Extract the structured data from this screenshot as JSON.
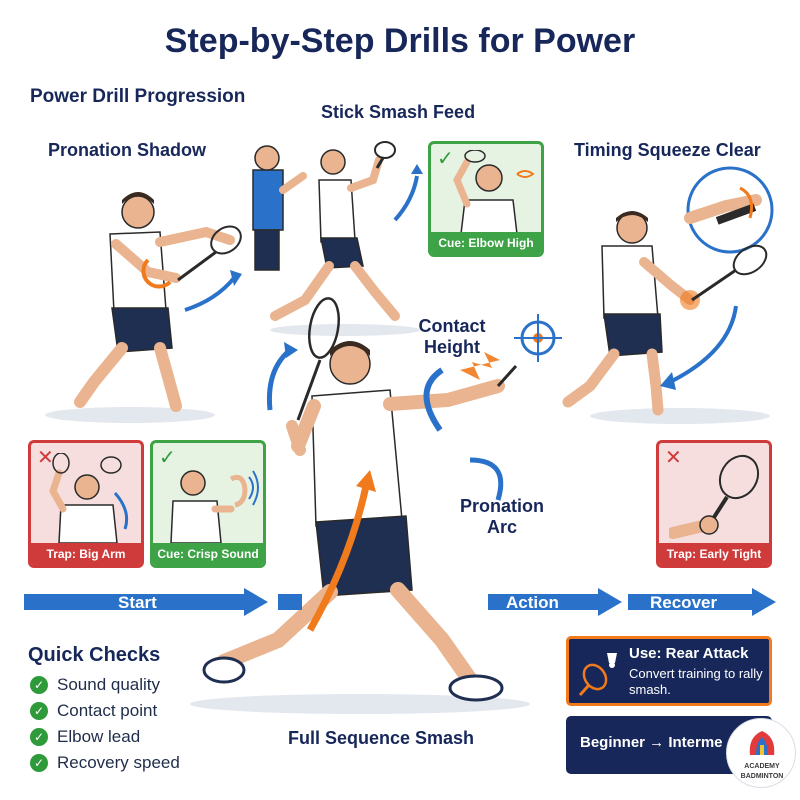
{
  "title": "Step-by-Step Drills for Power",
  "subtitle": "Power Drill Progression",
  "drills": {
    "pronation_shadow": "Pronation Shadow",
    "stick_smash_feed": "Stick Smash Feed",
    "timing_squeeze_clear": "Timing Squeeze Clear",
    "full_sequence_smash": "Full Sequence Smash"
  },
  "annotations": {
    "contact_height_line1": "Contact",
    "contact_height_line2": "Height",
    "pronation_arc_line1": "Pronation",
    "pronation_arc_line2": "Arc"
  },
  "cards": {
    "elbow_high": "Cue: Elbow High",
    "big_arm_swing": "Trap: Big Arm Swing",
    "crisp_sound": "Cue: Crisp Sound",
    "early_tight_grip": "Trap: Early Tight Grip",
    "check_symbol": "✓",
    "cross_symbol": "✕"
  },
  "stages": {
    "start": "Start",
    "action": "Action",
    "recover": "Recover"
  },
  "quick_checks": {
    "title": "Quick Checks",
    "items": [
      "Sound quality",
      "Contact point",
      "Elbow lead",
      "Recovery speed"
    ]
  },
  "rear_attack": {
    "title": "Use: Rear Attack",
    "body": "Convert training to rally smash."
  },
  "level": "Beginner → Interme",
  "logo": {
    "line1": "ACADEMY",
    "line2": "BADMINTON"
  },
  "colors": {
    "navy": "#17275a",
    "blue": "#2a72c9",
    "orange": "#f07a1c",
    "green": "#3ea247",
    "red": "#cf3b3b"
  }
}
